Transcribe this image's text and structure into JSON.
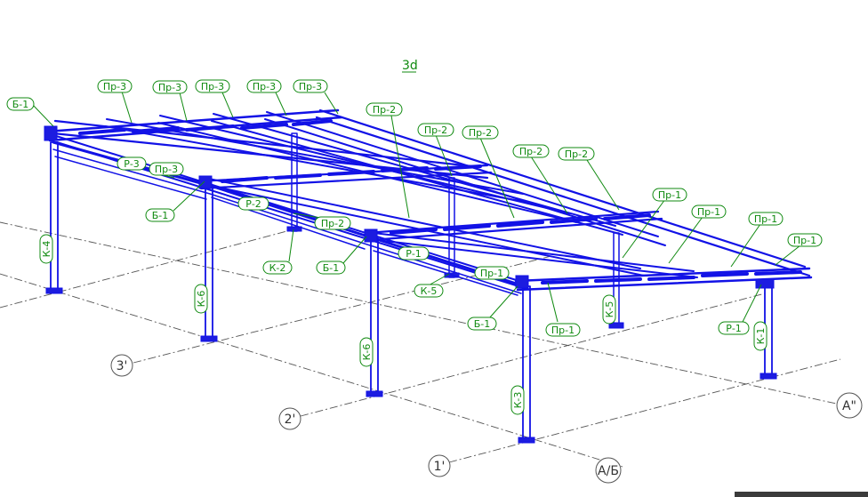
{
  "view_title": "3d",
  "axes": {
    "a1": "1'",
    "a2": "2'",
    "a3": "3'",
    "ab": "А/Б",
    "a2q": "А\""
  },
  "tags": {
    "pr3_1": "Пр-3",
    "pr3_2": "Пр-3",
    "pr3_3": "Пр-3",
    "pr3_4": "Пр-3",
    "pr3_5": "Пр-3",
    "pr3_6": "Пр-3",
    "pr2_1": "Пр-2",
    "pr2_2": "Пр-2",
    "pr2_3": "Пр-2",
    "pr2_4": "Пр-2",
    "pr2_5": "Пр-2",
    "pr2_6": "Пр-2",
    "pr1_1": "Пр-1",
    "pr1_2": "Пр-1",
    "pr1_3": "Пр-1",
    "pr1_4": "Пр-1",
    "pr1_5": "Пр-1",
    "pr1_6": "Пр-1",
    "b1_1": "Б-1",
    "b1_2": "Б-1",
    "b1_3": "Б-1",
    "b1_4": "Б-1",
    "r3": "Р-3",
    "r2": "Р-2",
    "r1_1": "Р-1",
    "r1_2": "Р-1",
    "k4": "К-4",
    "k6_1": "К-6",
    "k6_2": "К-6",
    "k3": "К-3",
    "k5_1": "К-5",
    "k5_2": "К-5",
    "k2": "К-2",
    "k1": "К-1"
  }
}
